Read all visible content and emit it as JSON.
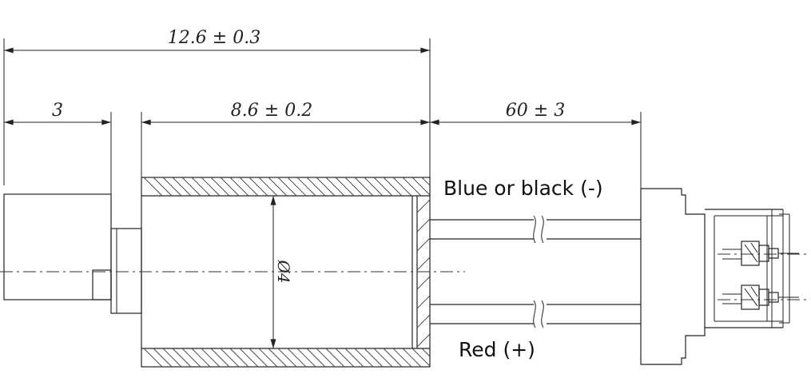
{
  "dimensions": {
    "total_length": "12.6 ± 0.3",
    "weight_length": "3",
    "body_length": "8.6 ± 0.2",
    "lead_length": "60 ± 3",
    "diameter": "Ø4"
  },
  "wires": {
    "negative_label": "Blue or black (-)",
    "positive_label": "Red (+)"
  }
}
